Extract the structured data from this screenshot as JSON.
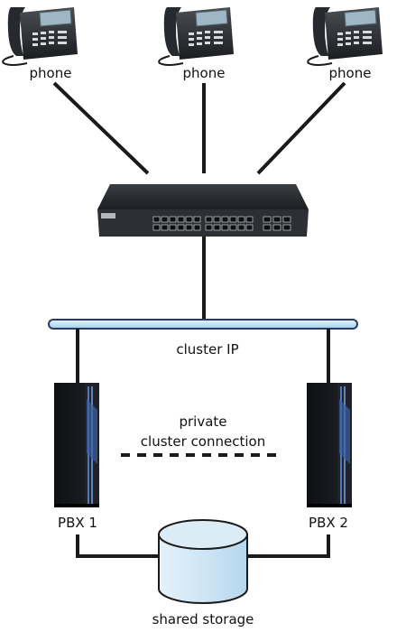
{
  "phones": [
    {
      "label": "phone"
    },
    {
      "label": "phone"
    },
    {
      "label": "phone"
    }
  ],
  "cluster_ip_label": "cluster IP",
  "private_connection": {
    "line1": "private",
    "line2": "cluster connection"
  },
  "servers": [
    {
      "label": "PBX 1"
    },
    {
      "label": "PBX 2"
    }
  ],
  "storage_label": "shared storage",
  "colors": {
    "line": "#1a1a1a",
    "bus_fill": "#bfe3f2",
    "bus_stroke": "#2b3a67",
    "storage_fill": "#cfe6f5",
    "storage_stroke": "#1a1a1a",
    "server_body": "#111418",
    "server_accent": "#4a78c4",
    "switch_body": "#2a2d31"
  },
  "icons": {
    "phone": "ip-phone-icon",
    "switch": "network-switch-icon",
    "server": "server-tower-icon",
    "storage": "database-cylinder-icon"
  }
}
